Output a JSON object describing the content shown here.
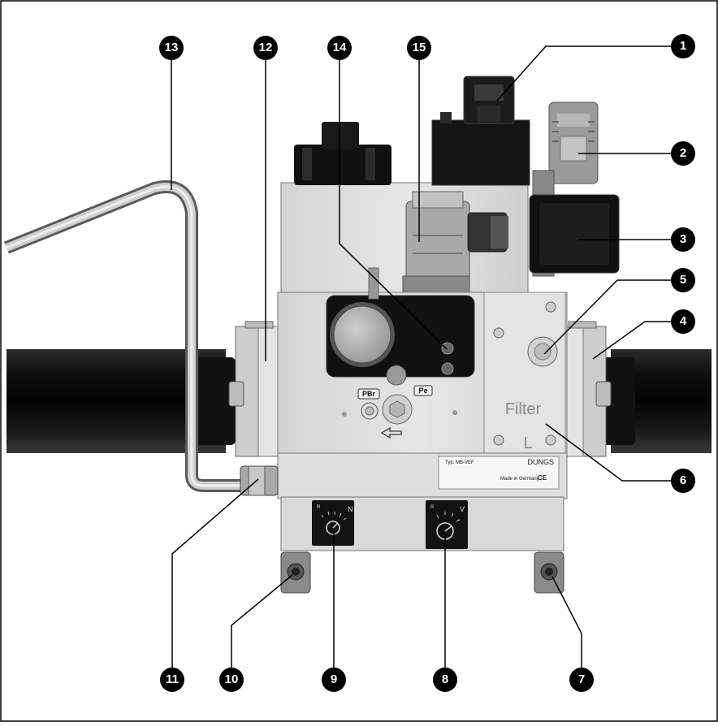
{
  "callouts": [
    {
      "id": "1",
      "label": "1"
    },
    {
      "id": "2",
      "label": "2"
    },
    {
      "id": "3",
      "label": "3"
    },
    {
      "id": "4",
      "label": "4"
    },
    {
      "id": "5",
      "label": "5"
    },
    {
      "id": "6",
      "label": "6"
    },
    {
      "id": "7",
      "label": "7"
    },
    {
      "id": "8",
      "label": "8"
    },
    {
      "id": "9",
      "label": "9"
    },
    {
      "id": "10",
      "label": "10"
    },
    {
      "id": "11",
      "label": "11"
    },
    {
      "id": "12",
      "label": "12"
    },
    {
      "id": "13",
      "label": "13"
    },
    {
      "id": "14",
      "label": "14"
    },
    {
      "id": "15",
      "label": "15"
    }
  ],
  "body_markings": {
    "filter": "Filter",
    "filter_letter": "L",
    "pbr": "PBr",
    "pe": "Pe"
  },
  "nameplate": {
    "type": "Typ: MB-VEF",
    "brand": "DUNGS",
    "made_in": "Made in Germany",
    "ce": "CE"
  },
  "dials": {
    "left_letter_r": "R",
    "left_letter": "N",
    "right_letter_r": "R",
    "right_letter": "V"
  }
}
